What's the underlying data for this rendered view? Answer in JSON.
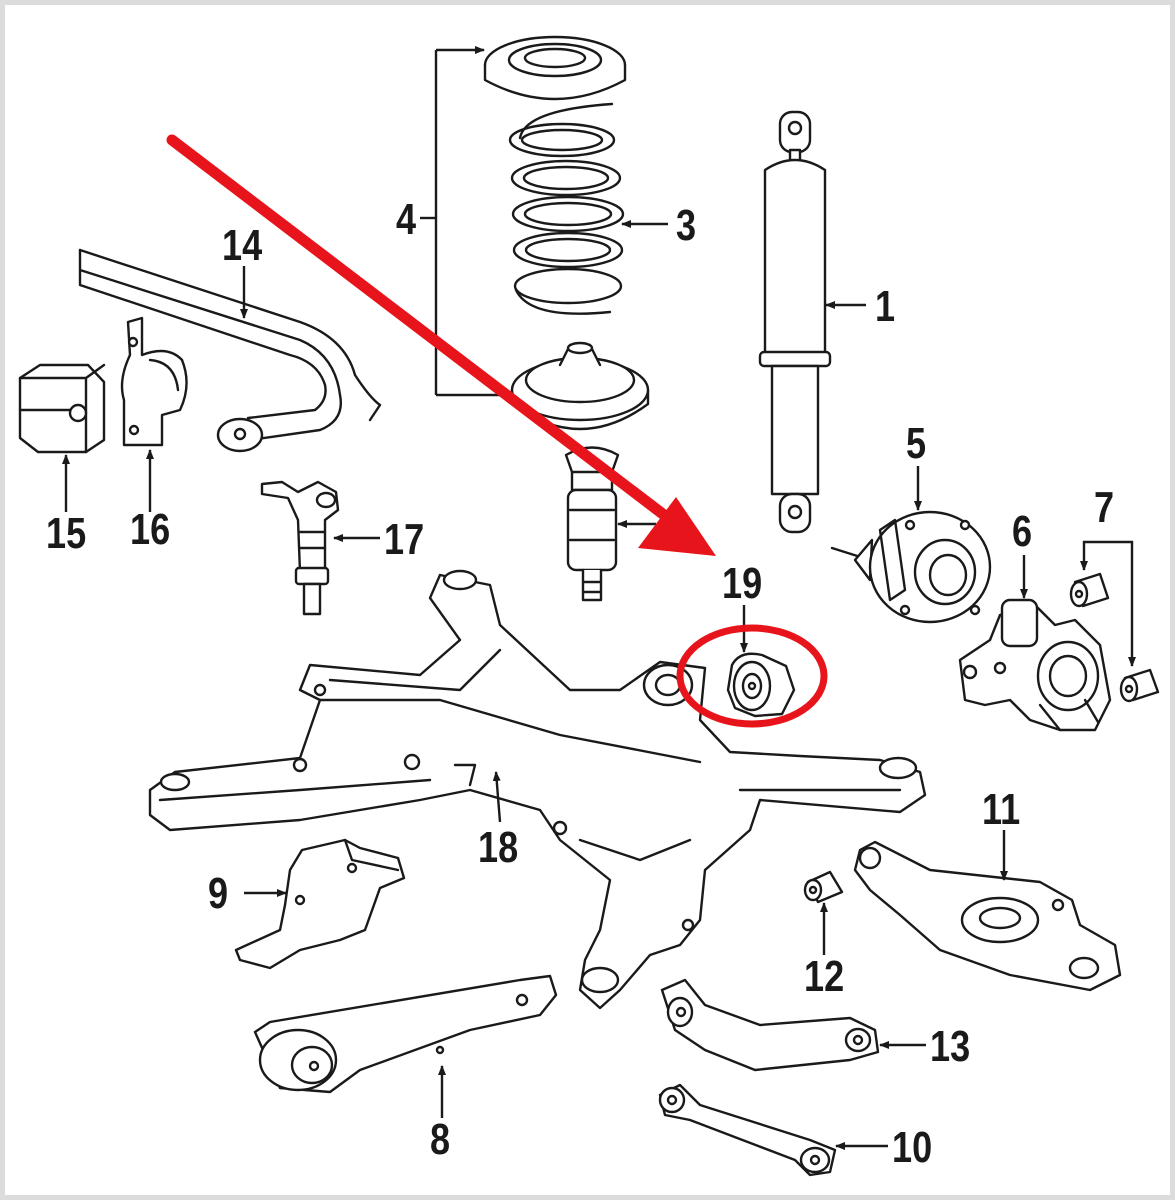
{
  "callouts": [
    {
      "id": "1",
      "label": "1"
    },
    {
      "id": "3",
      "label": "3"
    },
    {
      "id": "4",
      "label": "4"
    },
    {
      "id": "5",
      "label": "5"
    },
    {
      "id": "6",
      "label": "6"
    },
    {
      "id": "7",
      "label": "7"
    },
    {
      "id": "8",
      "label": "8"
    },
    {
      "id": "9",
      "label": "9"
    },
    {
      "id": "10",
      "label": "10"
    },
    {
      "id": "11",
      "label": "11"
    },
    {
      "id": "12",
      "label": "12"
    },
    {
      "id": "13",
      "label": "13"
    },
    {
      "id": "14",
      "label": "14"
    },
    {
      "id": "15",
      "label": "15"
    },
    {
      "id": "16",
      "label": "16"
    },
    {
      "id": "17",
      "label": "17"
    },
    {
      "id": "18",
      "label": "18"
    },
    {
      "id": "19",
      "label": "19"
    }
  ],
  "highlight": {
    "color": "#e8141b",
    "target": "19"
  },
  "colors": {
    "line": "#1a1a1a",
    "fill": "#ffffff",
    "background": "#ffffff"
  }
}
